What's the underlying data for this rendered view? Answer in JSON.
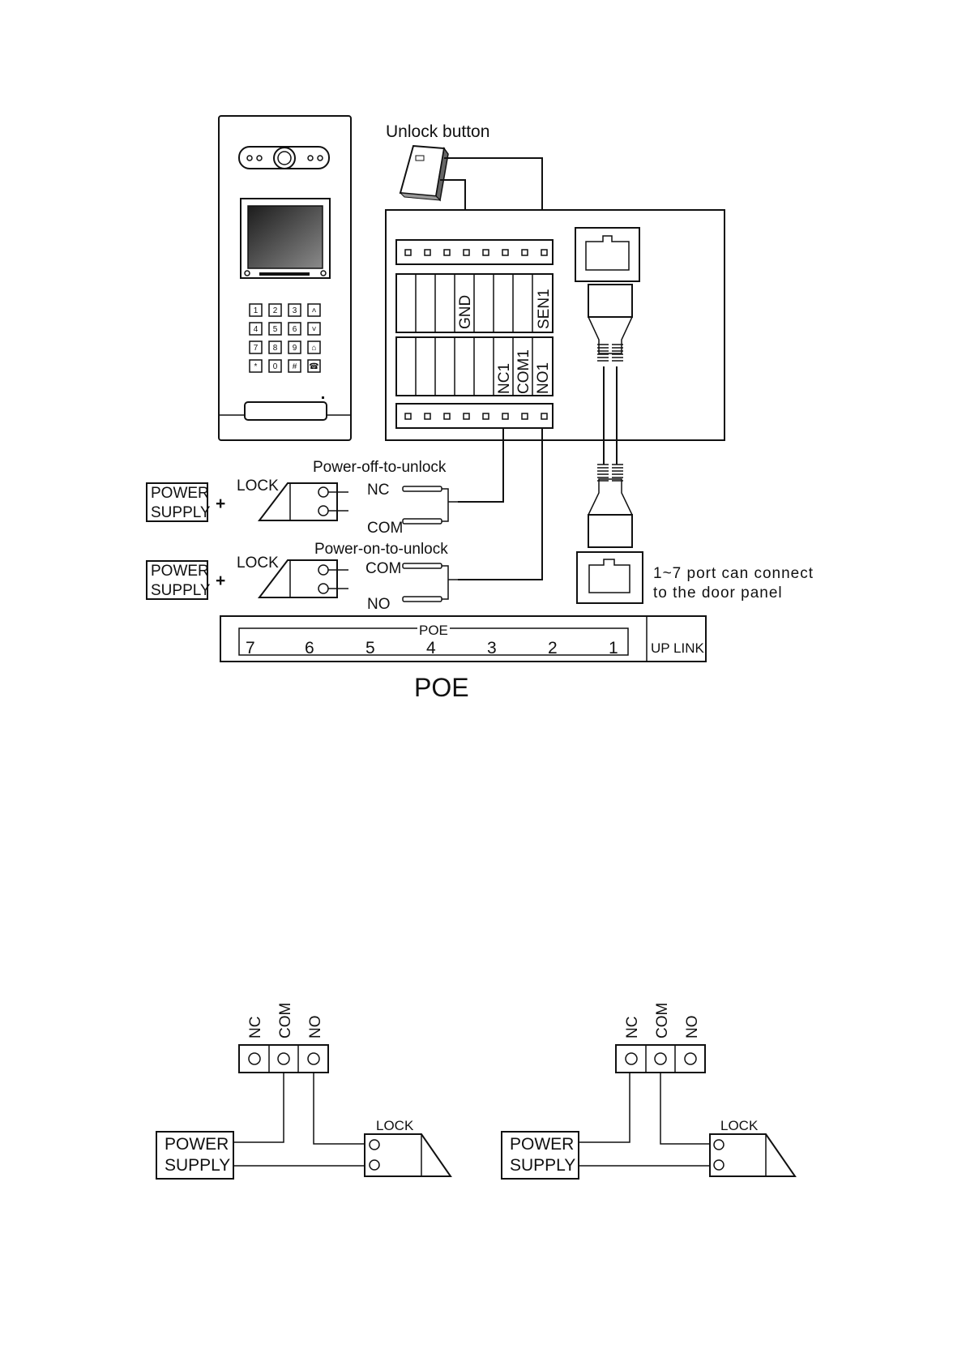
{
  "top_diagram": {
    "unlock_button_label": "Unlock button",
    "upper_terminal_labels": [
      "GND",
      "SEN1"
    ],
    "lower_terminal_labels": [
      "NC1",
      "COM1",
      "NO1"
    ],
    "power_off_label": "Power-off-to-unlock",
    "power_on_label": "Power-on-to-unlock",
    "power_supply_line1": "POWER",
    "power_supply_line2": "SUPPLY",
    "plus_sign": "+",
    "lock_label": "LOCK",
    "nc_label": "NC",
    "com_label": "COM",
    "no_label": "NO",
    "port_note_line1": "1~7 port can connect",
    "port_note_line2": "to the door panel",
    "switch_inner_label": "POE",
    "switch_ports": [
      "7",
      "6",
      "5",
      "4",
      "3",
      "2",
      "1"
    ],
    "uplink_label": "UP LINK",
    "caption": "POE",
    "keypad_keys": [
      [
        "1",
        "2",
        "3",
        "˄"
      ],
      [
        "4",
        "5",
        "6",
        "˅"
      ],
      [
        "7",
        "8",
        "9",
        "⌂"
      ],
      [
        "*",
        "0",
        "#",
        "☎"
      ]
    ]
  },
  "bottom_left": {
    "terminal_labels": [
      "NC",
      "COM",
      "NO"
    ],
    "power_supply_line1": "POWER",
    "power_supply_line2": "SUPPLY",
    "lock_label": "LOCK"
  },
  "bottom_right": {
    "terminal_labels": [
      "NC",
      "COM",
      "NO"
    ],
    "power_supply_line1": "POWER",
    "power_supply_line2": "SUPPLY",
    "lock_label": "LOCK"
  }
}
